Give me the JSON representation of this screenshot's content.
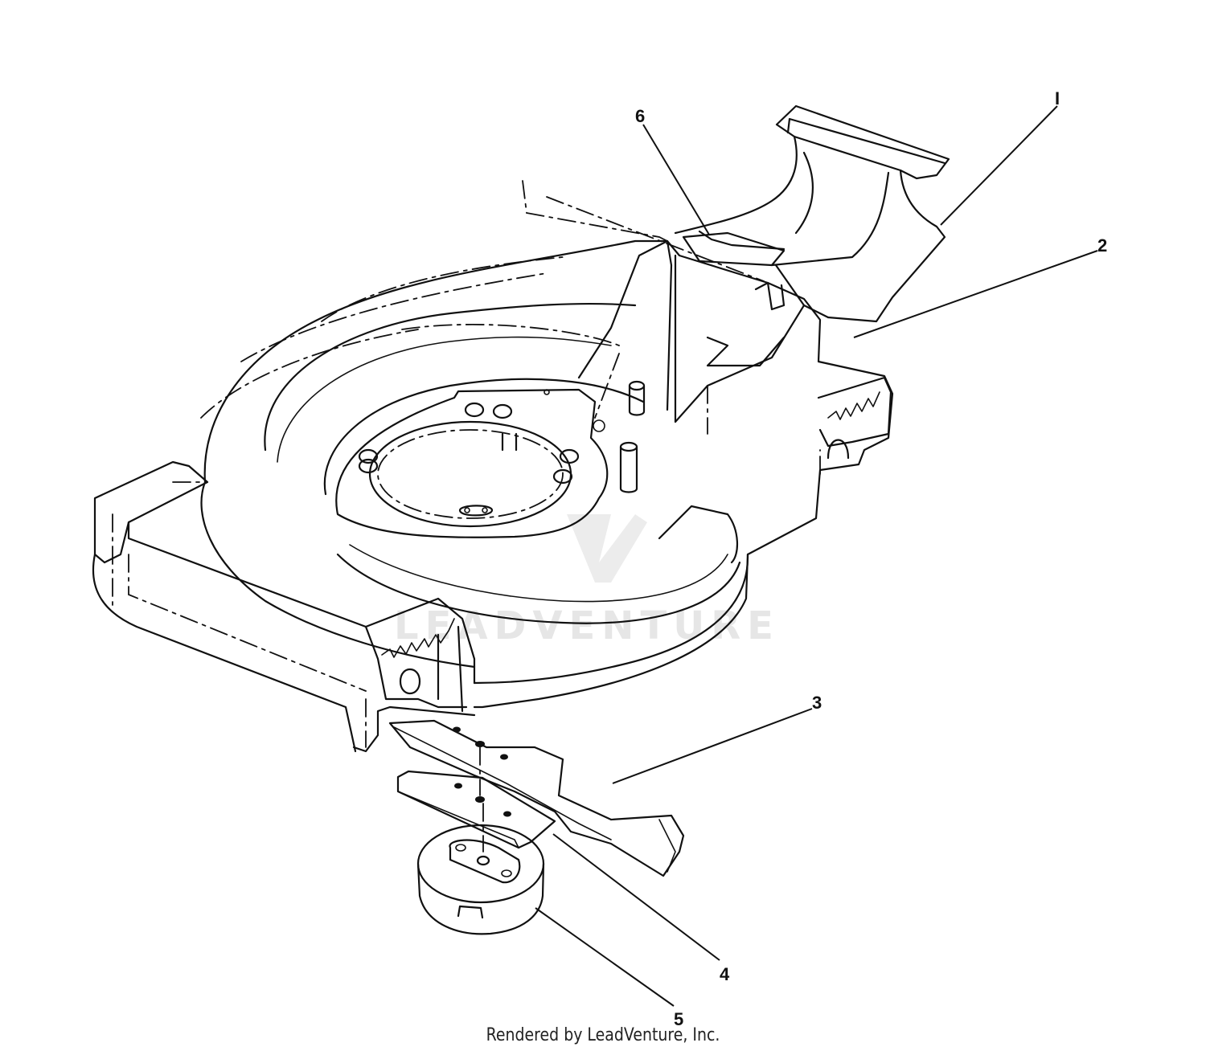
{
  "watermark": "LEADVENTURE",
  "footer_credit": "Rendered by LeadVenture, Inc.",
  "callouts": [
    {
      "id": "1",
      "label": "I"
    },
    {
      "id": "2",
      "label": "2"
    },
    {
      "id": "3",
      "label": "3"
    },
    {
      "id": "4",
      "label": "4"
    },
    {
      "id": "5",
      "label": "5"
    },
    {
      "id": "6",
      "label": "6"
    }
  ]
}
